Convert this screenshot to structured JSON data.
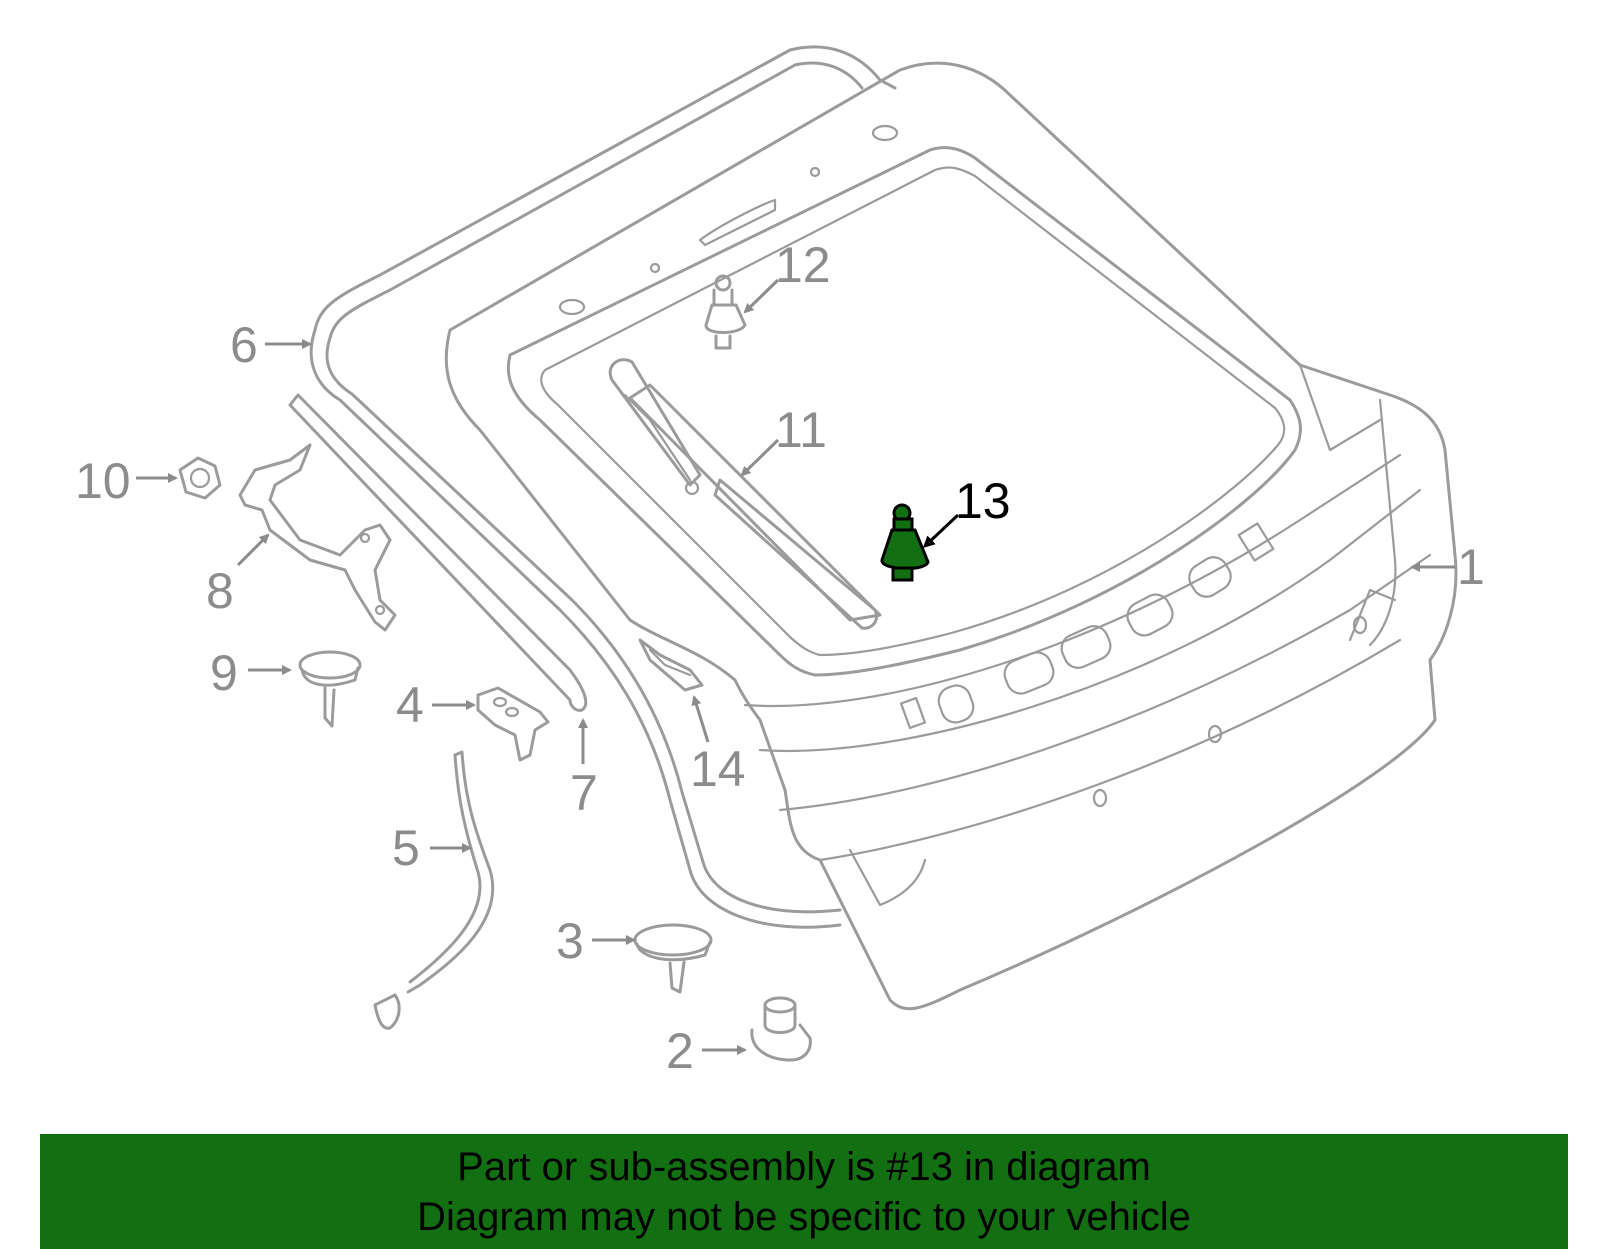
{
  "callouts": [
    "1",
    "2",
    "3",
    "4",
    "5",
    "6",
    "7",
    "8",
    "9",
    "10",
    "11",
    "12",
    "13",
    "14"
  ],
  "highlighted_part": "13",
  "banner": {
    "line1": "Part or sub-assembly is #13 in diagram",
    "line2": "Diagram may not be specific to your vehicle"
  },
  "colors": {
    "highlight": "#137012",
    "banner_bg": "#137012",
    "lines": "#9b9b9b",
    "labels": "#8c8c8c",
    "active_label": "#000000"
  }
}
